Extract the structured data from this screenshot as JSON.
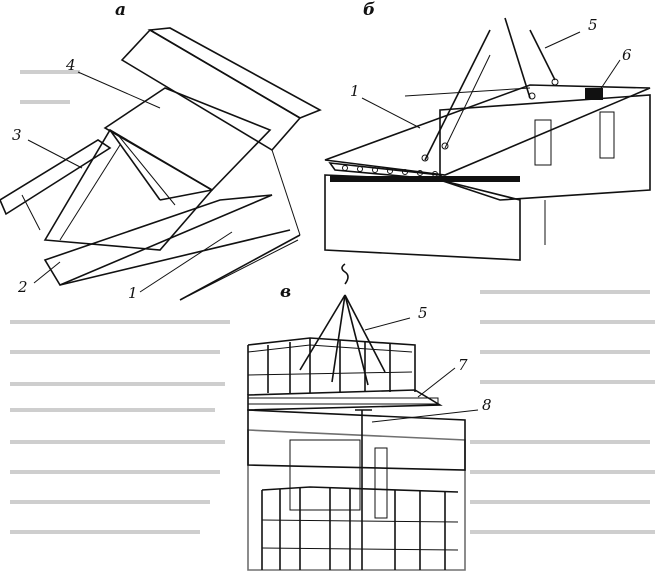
{
  "sections": {
    "a": "а",
    "b": "б",
    "v": "в"
  },
  "callouts": [
    "1",
    "2",
    "3",
    "4",
    "5",
    "6",
    "7",
    "8"
  ],
  "colors": {
    "ink": "#111111",
    "bleed_text": "#c9c9c9",
    "paper": "#ffffff"
  }
}
